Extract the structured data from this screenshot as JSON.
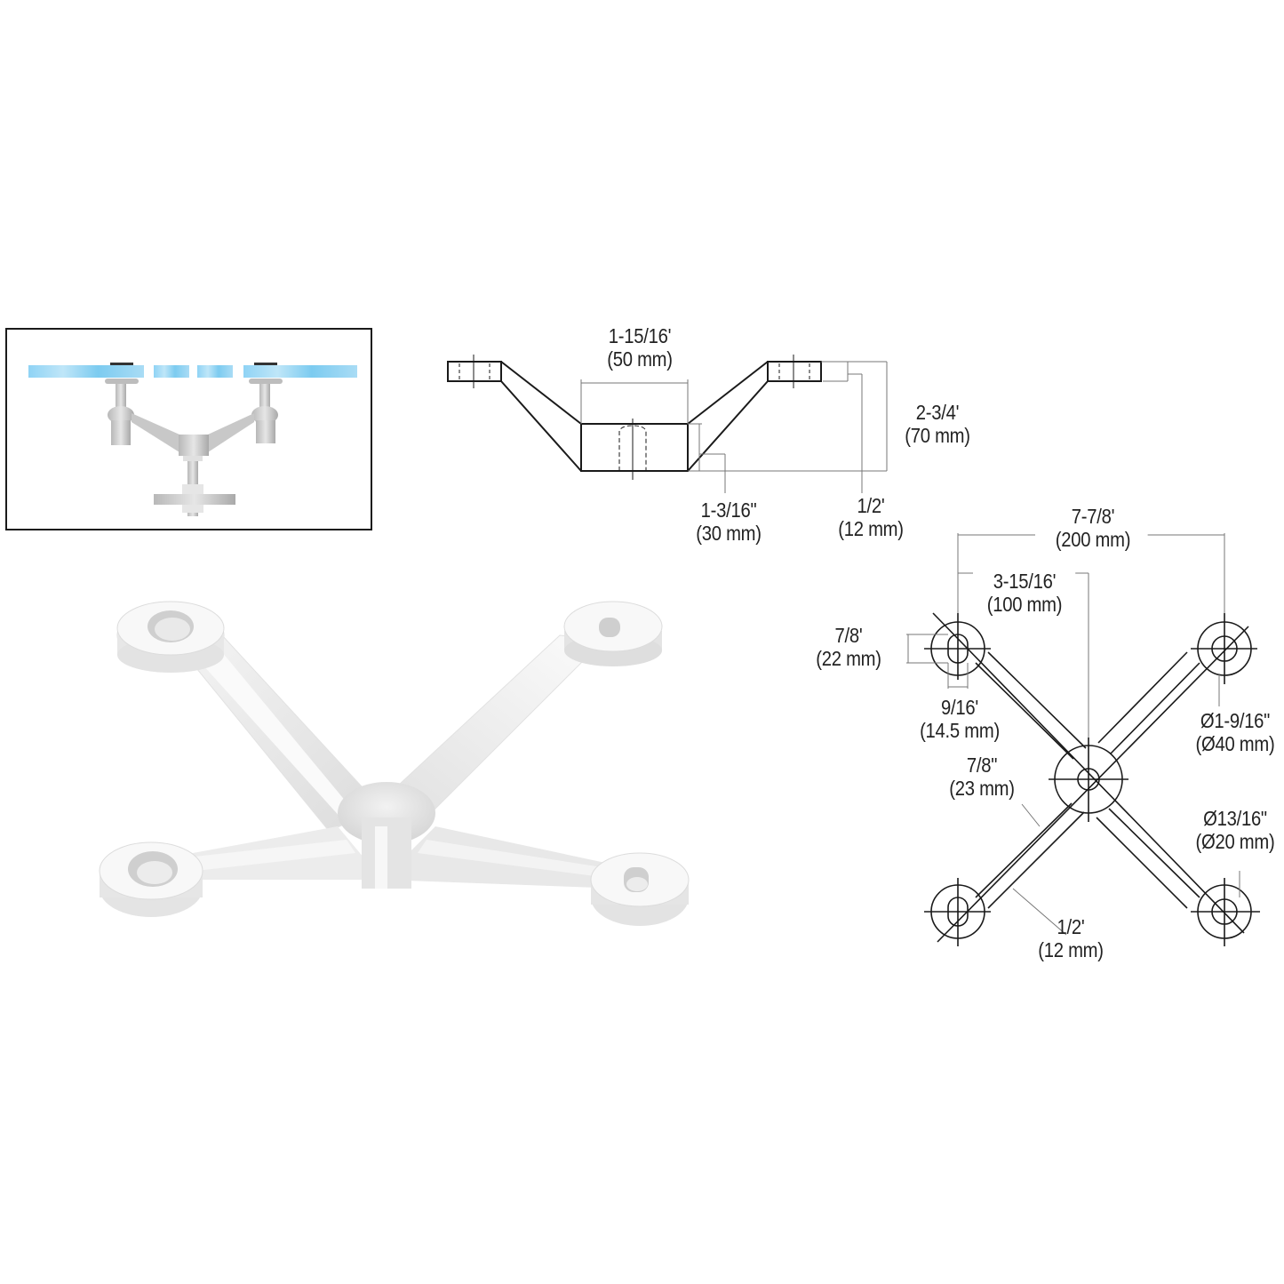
{
  "inset": {
    "title": "installation-illustration",
    "glass_color": "#7ec8ee",
    "metal_color": "#c4c4c4"
  },
  "product_photo": {
    "description": "4-arm spider fitting, polished finish",
    "finish_color": "#eeeeee"
  },
  "side_view": {
    "dims": [
      {
        "id": "hub_width",
        "imperial": "1-15/16'",
        "metric": "(50 mm)"
      },
      {
        "id": "overall_height",
        "imperial": "2-3/4'",
        "metric": "(70 mm)"
      },
      {
        "id": "hub_height",
        "imperial": "1-3/16\"",
        "metric": "(30 mm)"
      },
      {
        "id": "arm_thickness",
        "imperial": "1/2'",
        "metric": "(12 mm)"
      }
    ]
  },
  "top_view": {
    "dims": [
      {
        "id": "overall_span",
        "imperial": "7-7/8'",
        "metric": "(200 mm)"
      },
      {
        "id": "half_span",
        "imperial": "3-15/16'",
        "metric": "(100 mm)"
      },
      {
        "id": "slot_length",
        "imperial": "7/8'",
        "metric": "(22 mm)"
      },
      {
        "id": "slot_width",
        "imperial": "9/16'",
        "metric": "(14.5 mm)"
      },
      {
        "id": "pad_diameter",
        "imperial": "Ø1-9/16\"",
        "metric": "(Ø40 mm)"
      },
      {
        "id": "arm_width",
        "imperial": "7/8\"",
        "metric": "(23 mm)"
      },
      {
        "id": "hole_diameter",
        "imperial": "Ø13/16\"",
        "metric": "(Ø20 mm)"
      },
      {
        "id": "arm_thickness",
        "imperial": "1/2'",
        "metric": "(12 mm)"
      }
    ]
  }
}
